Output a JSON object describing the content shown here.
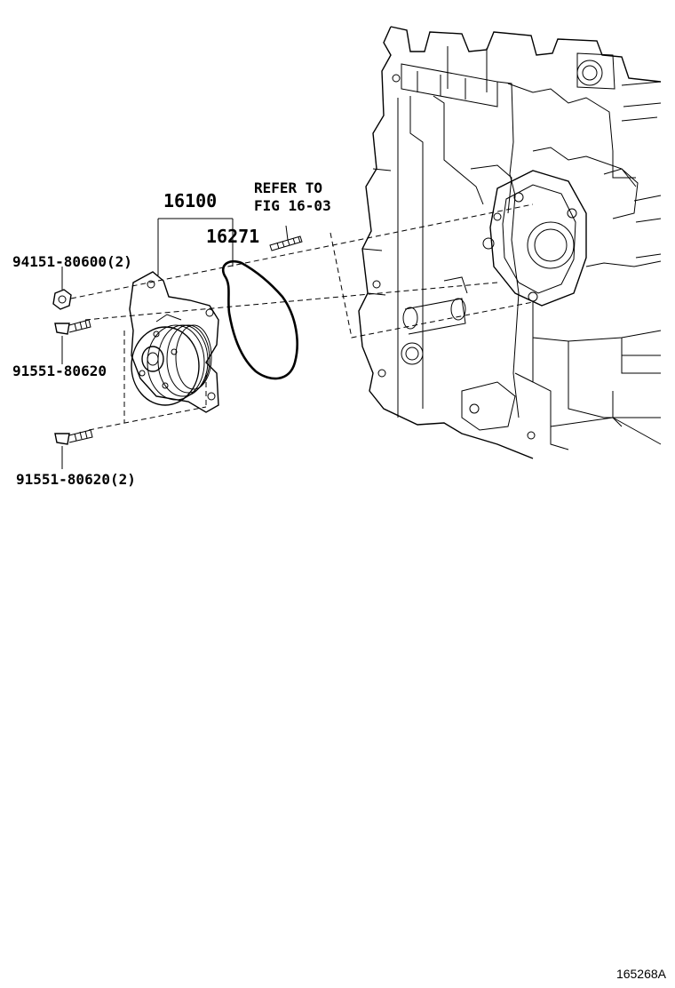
{
  "parts": {
    "pump_assembly": "16100",
    "gasket": "16271",
    "stud_note_line1": "REFER TO",
    "stud_note_line2": "FIG 16-03",
    "nut": "94151-80600(2)",
    "bolt_short": "91551-80620",
    "bolt_long": "91551-80620(2)"
  },
  "figure_code": "165268A"
}
